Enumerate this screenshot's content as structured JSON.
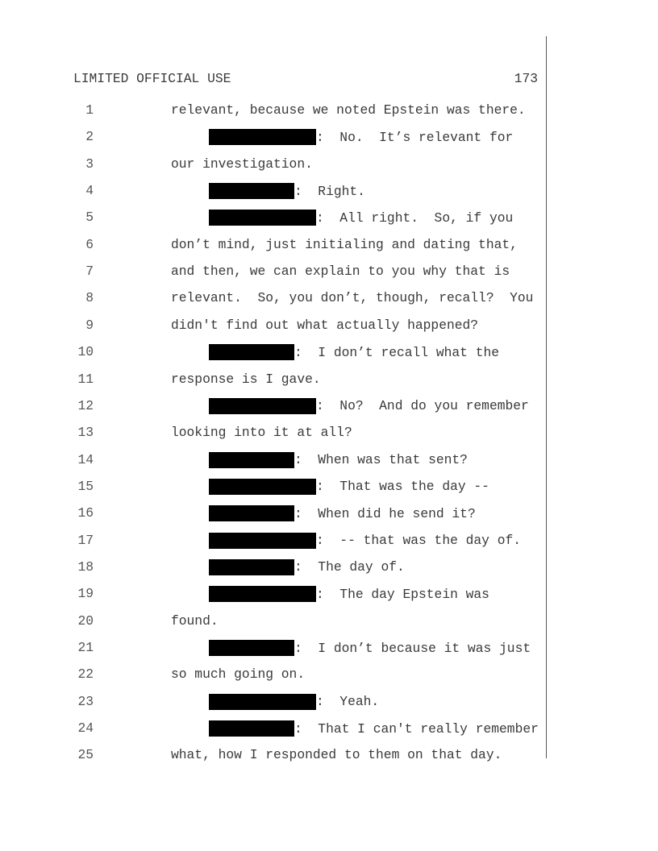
{
  "header": {
    "title": "LIMITED OFFICIAL USE",
    "page_number": "173"
  },
  "lines": [
    {
      "n": "1",
      "redaction": null,
      "text": "relevant, because we noted Epstein was there."
    },
    {
      "n": "2",
      "redaction": "long",
      "text": ":  No.  It’s relevant for"
    },
    {
      "n": "3",
      "redaction": null,
      "text": "our investigation."
    },
    {
      "n": "4",
      "redaction": "short",
      "text": ":  Right."
    },
    {
      "n": "5",
      "redaction": "long",
      "text": ":  All right.  So, if you"
    },
    {
      "n": "6",
      "redaction": null,
      "text": "don’t mind, just initialing and dating that,"
    },
    {
      "n": "7",
      "redaction": null,
      "text": "and then, we can explain to you why that is"
    },
    {
      "n": "8",
      "redaction": null,
      "text": "relevant.  So, you don’t, though, recall?  You"
    },
    {
      "n": "9",
      "redaction": null,
      "text": "didn't find out what actually happened?"
    },
    {
      "n": "10",
      "redaction": "short",
      "text": ":  I don’t recall what the"
    },
    {
      "n": "11",
      "redaction": null,
      "text": "response is I gave."
    },
    {
      "n": "12",
      "redaction": "long",
      "text": ":  No?  And do you remember"
    },
    {
      "n": "13",
      "redaction": null,
      "text": "looking into it at all?"
    },
    {
      "n": "14",
      "redaction": "short",
      "text": ":  When was that sent?"
    },
    {
      "n": "15",
      "redaction": "long",
      "text": ":  That was the day --"
    },
    {
      "n": "16",
      "redaction": "short",
      "text": ":  When did he send it?"
    },
    {
      "n": "17",
      "redaction": "long",
      "text": ":  -- that was the day of."
    },
    {
      "n": "18",
      "redaction": "short",
      "text": ":  The day of."
    },
    {
      "n": "19",
      "redaction": "long",
      "text": ":  The day Epstein was"
    },
    {
      "n": "20",
      "redaction": null,
      "text": "found."
    },
    {
      "n": "21",
      "redaction": "short",
      "text": ":  I don’t because it was just"
    },
    {
      "n": "22",
      "redaction": null,
      "text": "so much going on."
    },
    {
      "n": "23",
      "redaction": "long",
      "text": ":  Yeah."
    },
    {
      "n": "24",
      "redaction": "short",
      "text": ":  That I can't really remember"
    },
    {
      "n": "25",
      "redaction": null,
      "text": "what, how I responded to them on that day."
    }
  ]
}
